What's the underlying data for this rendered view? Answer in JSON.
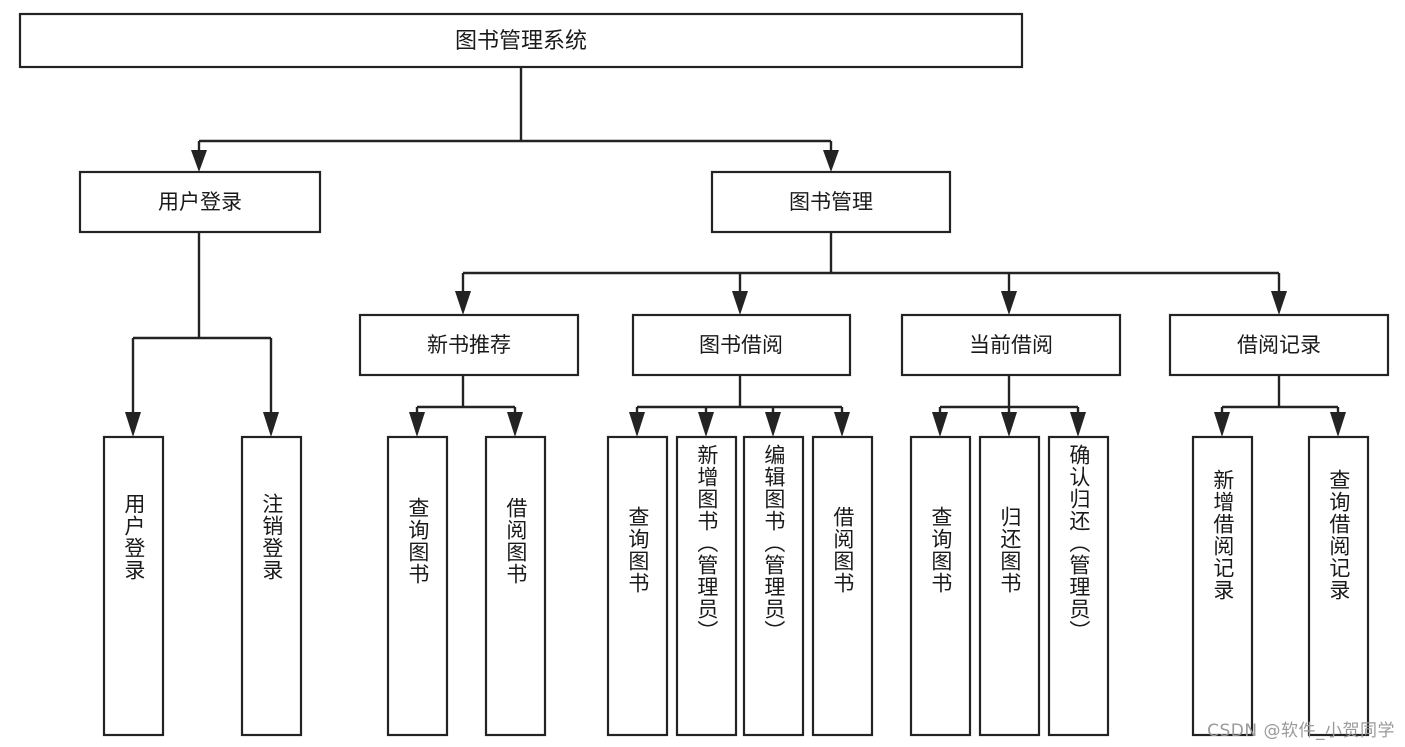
{
  "diagram": {
    "title": "图书管理系统",
    "type": "tree-hierarchy-chart",
    "orientation": "top-down",
    "colors": {
      "box_stroke": "#232323",
      "box_fill": "#ffffff",
      "connector": "#232323",
      "text": "#1a1a1a",
      "watermark": "#9a9a9a",
      "background": "#ffffff"
    }
  },
  "root": {
    "label": "图书管理系统"
  },
  "level2": [
    {
      "label": "用户登录"
    },
    {
      "label": "图书管理"
    }
  ],
  "level3": [
    {
      "label": "新书推荐"
    },
    {
      "label": "图书借阅"
    },
    {
      "label": "当前借阅"
    },
    {
      "label": "借阅记录"
    }
  ],
  "leaves": {
    "user_login": [
      {
        "label": "用户登录"
      },
      {
        "label": "注销登录"
      }
    ],
    "new_book_recommend": [
      {
        "label": "查询图书"
      },
      {
        "label": "借阅图书"
      }
    ],
    "book_borrow": [
      {
        "label": "查询图书"
      },
      {
        "label": "新增图书（管理员）"
      },
      {
        "label": "编辑图书（管理员）"
      },
      {
        "label": "借阅图书"
      }
    ],
    "current_borrow": [
      {
        "label": "查询图书"
      },
      {
        "label": "归还图书"
      },
      {
        "label": "确认归还（管理员）"
      }
    ],
    "borrow_record": [
      {
        "label": "新增借阅记录"
      },
      {
        "label": "查询借阅记录"
      }
    ]
  },
  "watermark": {
    "text": "CSDN @软件_小贺同学"
  }
}
